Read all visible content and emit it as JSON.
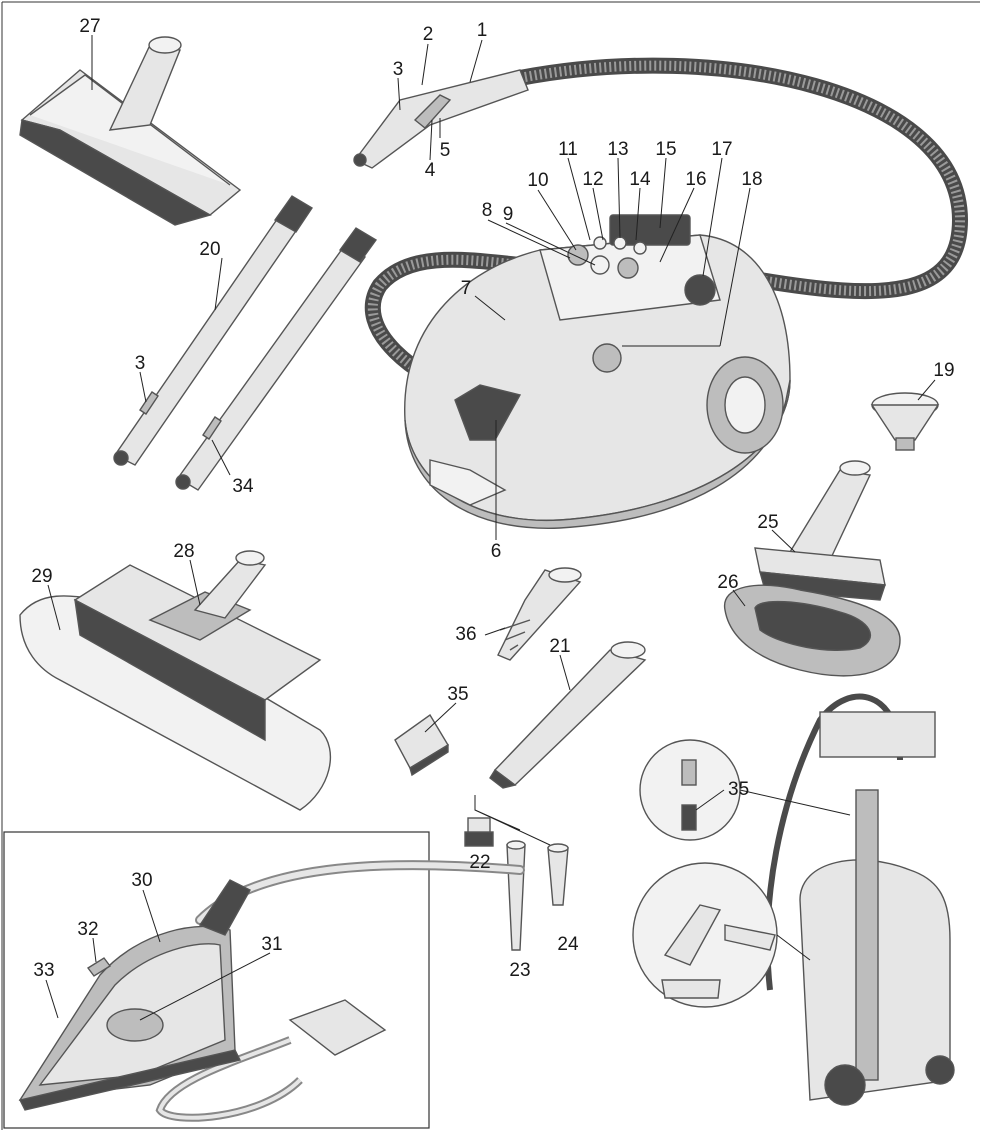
{
  "figure": {
    "labels": [
      "1",
      "2",
      "3",
      "4",
      "5",
      "6",
      "7",
      "8",
      "9",
      "10",
      "11",
      "12",
      "13",
      "14",
      "15",
      "16",
      "17",
      "18",
      "19",
      "20",
      "21",
      "22",
      "23",
      "24",
      "25",
      "26",
      "27",
      "28",
      "29",
      "30",
      "31",
      "32",
      "33",
      "34",
      "35",
      "36"
    ],
    "extra_labels": {
      "handle_trigger_on_tube": "3",
      "adapter_inset": "35"
    }
  },
  "colors": {
    "line": "#555555",
    "shade_dark": "#4a4a4a",
    "shade_mid": "#bdbdbd",
    "shade_light": "#e6e6e6",
    "frame": "#333333"
  }
}
